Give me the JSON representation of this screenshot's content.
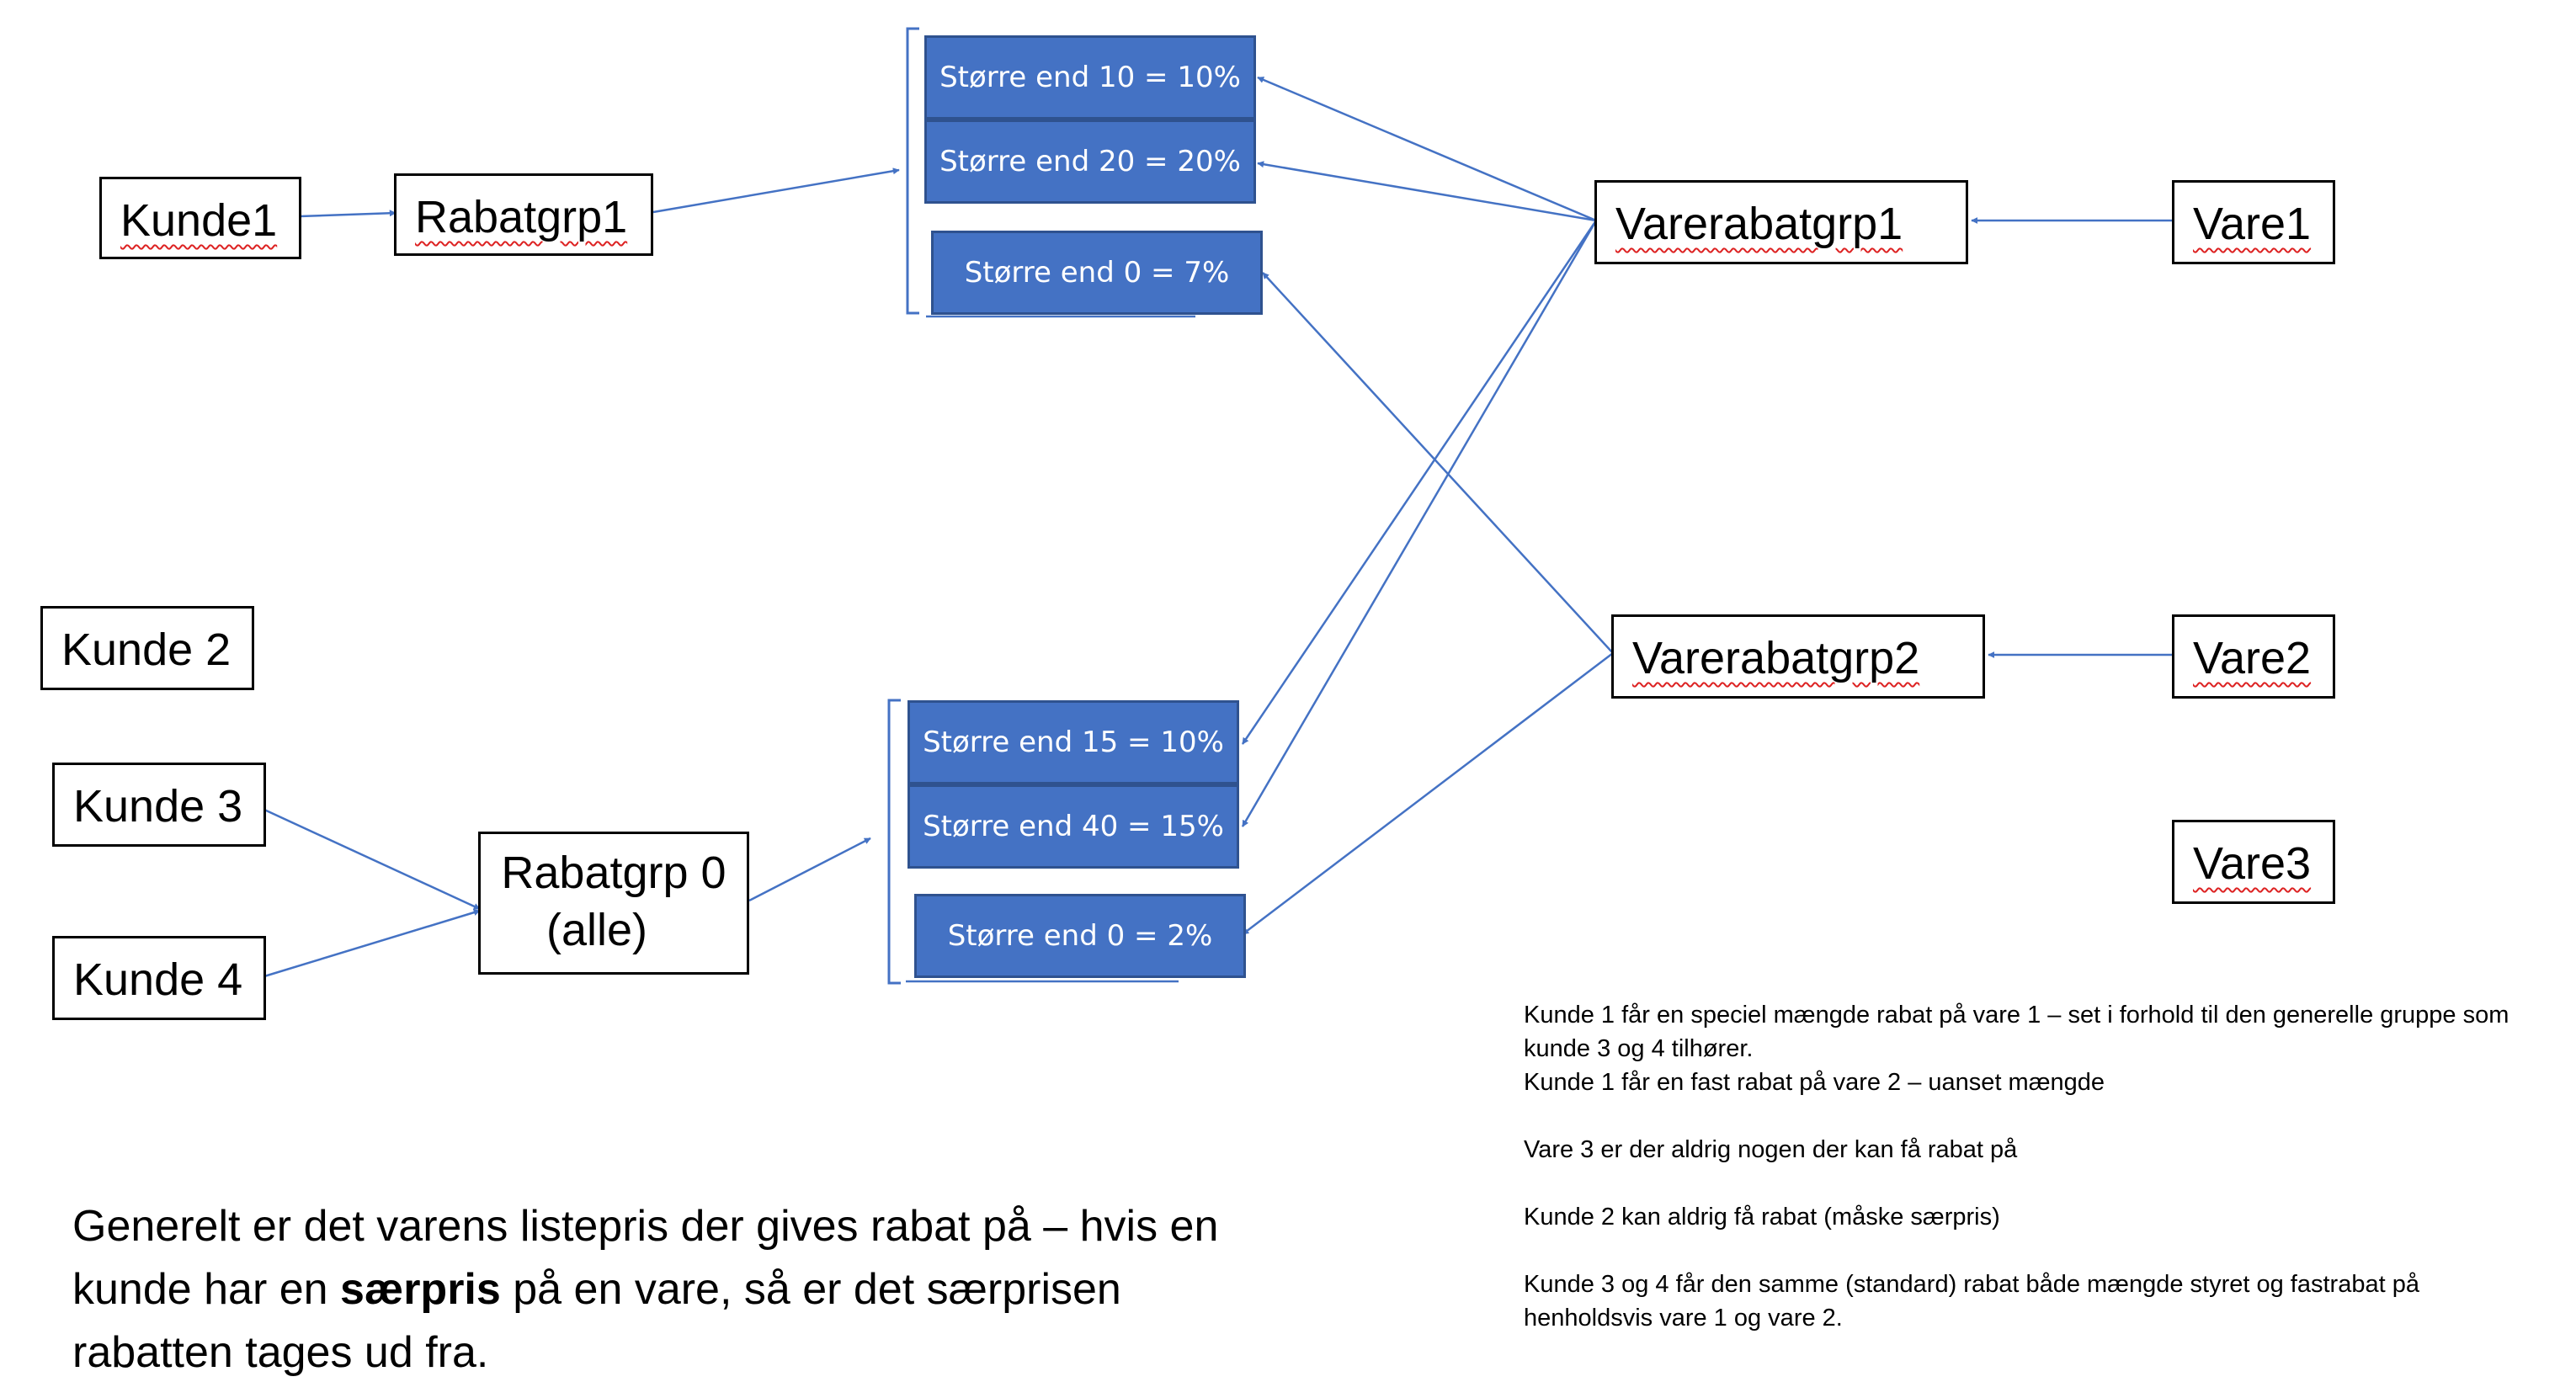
{
  "customers": {
    "kunde1": "Kunde1",
    "kunde2": "Kunde 2",
    "kunde3": "Kunde 3",
    "kunde4": "Kunde 4"
  },
  "discount_groups": {
    "rabatgrp1": "Rabatgrp1",
    "rabatgrp0_line1": "Rabatgrp 0",
    "rabatgrp0_line2": "(alle)"
  },
  "item_discount_groups": {
    "varerabatgrp1": "Varerabatgrp1",
    "varerabatgrp2": "Varerabatgrp2"
  },
  "items": {
    "vare1": "Vare1",
    "vare2": "Vare2",
    "vare3": "Vare3"
  },
  "rules_group1": [
    "Større end 10 = 10%",
    "Større end 20 = 20%",
    "Større end 0 = 7%"
  ],
  "rules_group0": [
    "Større end 15 = 10%",
    "Større end 40 = 15%",
    "Større end 0 = 2%"
  ],
  "note": {
    "before_bold": "Generelt er det varens listepris der gives rabat på – hvis en kunde har en ",
    "bold": "særpris",
    "after_bold": " på en vare, så er det særprisen rabatten tages ud fra."
  },
  "info_lines": [
    "Kunde 1 får en speciel mængde rabat på vare 1 – set i forhold til den generelle gruppe som kunde 3 og 4 tilhører.",
    "Kunde 1 får en fast rabat på vare 2 – uanset mængde",
    "Vare 3 er der aldrig nogen der kan få rabat på",
    "Kunde 2 kan aldrig få rabat (måske særpris)",
    "Kunde 3 og 4 får den samme (standard) rabat både mængde styret og fastrabat på henholdsvis vare 1 og vare 2."
  ],
  "colors": {
    "rule_fill": "#4472c4",
    "rule_border": "#2f528f",
    "arrow": "#4472c4",
    "spellcheck_underline": "#dd2222"
  }
}
